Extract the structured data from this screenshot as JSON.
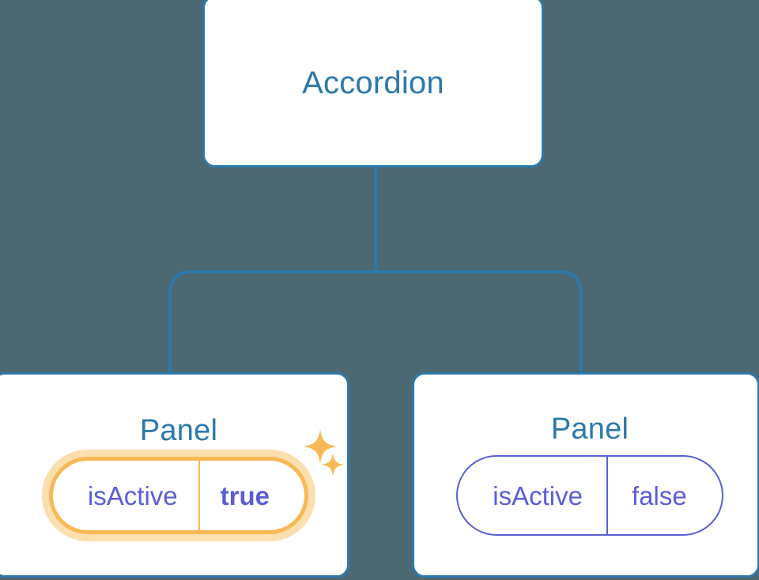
{
  "diagram": {
    "type": "component-tree",
    "background_color": "#4c6872",
    "connector_color": "#2d79ab",
    "node_border_color": "#2d79ab",
    "node_title_color": "#2d79ab",
    "prop_color": "#5a5fd6",
    "highlight_color": "#f7b955",
    "highlight_glow_color": "#fbdfae"
  },
  "root": {
    "title": "Accordion"
  },
  "children": [
    {
      "title": "Panel",
      "prop": {
        "key": "isActive",
        "value": "true"
      },
      "highlighted": true,
      "sparkles": [
        {
          "name": "sparkle-large"
        },
        {
          "name": "sparkle-small"
        }
      ]
    },
    {
      "title": "Panel",
      "prop": {
        "key": "isActive",
        "value": "false"
      },
      "highlighted": false
    }
  ]
}
